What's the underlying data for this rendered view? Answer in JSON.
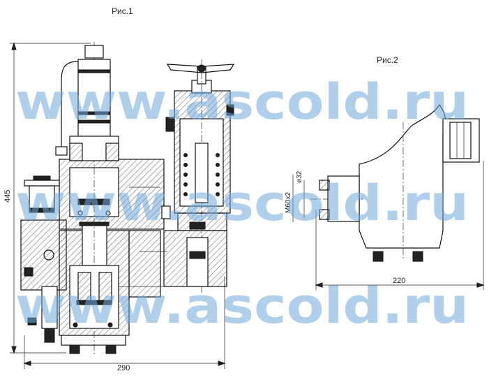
{
  "figure1": {
    "caption": "Рис.1",
    "dim_height": "445",
    "dim_width": "290"
  },
  "figure2": {
    "caption": "Рис.2",
    "dim_bore": "ø32",
    "dim_thread": "M60x2",
    "dim_width": "220"
  },
  "watermark": {
    "text": "www.ascold.ru",
    "color": "#6fa8dc"
  }
}
